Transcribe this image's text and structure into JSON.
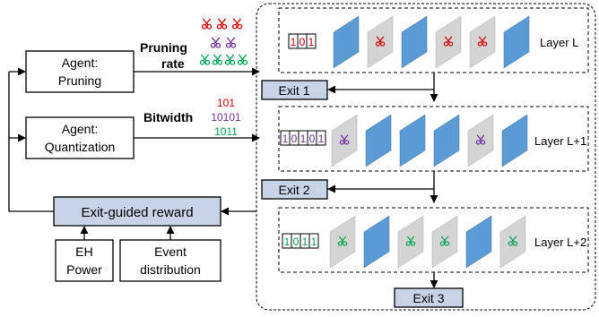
{
  "agents": {
    "pruning": {
      "line1": "Agent:",
      "line2": "Pruning"
    },
    "quantization": {
      "line1": "Agent:",
      "line2": "Quantization"
    }
  },
  "signals": {
    "pruning_rate_line1": "Pruning",
    "pruning_rate_line2": "rate",
    "bitwidth": "Bitwidth",
    "bit_codes": [
      "101",
      "10101",
      "1011"
    ]
  },
  "reward": {
    "label": "Exit-guided reward"
  },
  "inputs": {
    "eh_power": {
      "line1": "EH",
      "line2": "Power"
    },
    "event_distribution": {
      "line1": "Event",
      "line2": "distribution"
    }
  },
  "layers": [
    {
      "label": "Layer L",
      "code_bits": [
        "1",
        "0",
        "1"
      ],
      "code_color": "#d40000"
    },
    {
      "label": "Layer L+1",
      "code_bits": [
        "1",
        "0",
        "1",
        "0",
        "1"
      ],
      "code_color": "#7030a0"
    },
    {
      "label": "Layer L+2",
      "code_bits": [
        "1",
        "0",
        "1",
        "1"
      ],
      "code_color": "#00a651"
    }
  ],
  "exits": [
    "Exit 1",
    "Exit 2",
    "Exit 3"
  ],
  "colors": {
    "red": "#d40000",
    "purple": "#7030a0",
    "green": "#00a651",
    "box_fill": "#c9d3e8",
    "blue_plane": "#5b9bd5",
    "gray_plane": "#d4d4d4"
  },
  "icons": {
    "scissors": "scissors-icon"
  }
}
